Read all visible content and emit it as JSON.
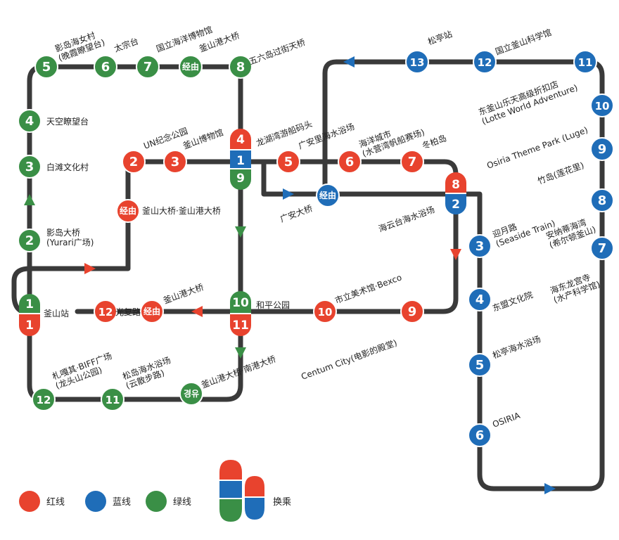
{
  "colors": {
    "red": "#E8432E",
    "blue": "#1F6DB8",
    "green": "#3A8F46",
    "track": "#3a3a3a"
  },
  "green_line": [
    {
      "id": "g1",
      "num": "1",
      "label": "釜山站",
      "label2": ""
    },
    {
      "id": "g2",
      "num": "2",
      "label": "影岛大桥",
      "label2": "(Yurari广场)"
    },
    {
      "id": "g3",
      "num": "3",
      "label": "白滩文化村",
      "label2": ""
    },
    {
      "id": "g4",
      "num": "4",
      "label": "天空瞭望台",
      "label2": ""
    },
    {
      "id": "g5",
      "num": "5",
      "label": "影岛海女村",
      "label2": "(晚霞瞭望台)"
    },
    {
      "id": "g6",
      "num": "6",
      "label": "太宗台",
      "label2": ""
    },
    {
      "id": "g7",
      "num": "7",
      "label": "国立海洋博物馆",
      "label2": ""
    },
    {
      "id": "gvia1",
      "num": "经由",
      "label": "釜山港大桥",
      "label2": ""
    },
    {
      "id": "g8",
      "num": "8",
      "label": "五六岛过街天桥",
      "label2": ""
    },
    {
      "id": "g9",
      "num": "9",
      "label": "",
      "label2": ""
    },
    {
      "id": "g10",
      "num": "10",
      "label": "和平公园",
      "label2": ""
    },
    {
      "id": "gvia2",
      "num": "경유",
      "label": "釜山港大桥·南港大桥",
      "label2": ""
    },
    {
      "id": "g11",
      "num": "11",
      "label": "松岛海水浴场",
      "label2": "(云散步路)"
    },
    {
      "id": "g12",
      "num": "12",
      "label": "札嘎其·BIFF广场",
      "label2": "(龙头山公园)"
    }
  ],
  "red_line": [
    {
      "id": "r1",
      "num": "1",
      "label": "",
      "label2": ""
    },
    {
      "id": "r2",
      "num": "2",
      "label": "UN纪念公园",
      "label2": ""
    },
    {
      "id": "r3",
      "num": "3",
      "label": "釜山博物馆",
      "label2": ""
    },
    {
      "id": "rvia1",
      "num": "经由",
      "label": "釜山大桥·釜山港大桥",
      "label2": ""
    },
    {
      "id": "r4",
      "num": "4",
      "label": "龙湖湾游船码头",
      "label2": ""
    },
    {
      "id": "r5",
      "num": "5",
      "label": "广安里海水浴场",
      "label2": ""
    },
    {
      "id": "r6",
      "num": "6",
      "label": "海洋城市",
      "label2": "(水营湾帆船赛场)"
    },
    {
      "id": "r7",
      "num": "7",
      "label": "冬柏岛",
      "label2": ""
    },
    {
      "id": "r8",
      "num": "8",
      "label": "海云台海水浴场",
      "label2": ""
    },
    {
      "id": "r9",
      "num": "9",
      "label": "Centum City(电影的殿堂)",
      "label2": ""
    },
    {
      "id": "r10",
      "num": "10",
      "label": "市立美术馆·Bexco",
      "label2": ""
    },
    {
      "id": "r11",
      "num": "11",
      "label": "",
      "label2": ""
    },
    {
      "id": "rvia2",
      "num": "经由",
      "label": "釜山港大桥",
      "label2": ""
    },
    {
      "id": "r12",
      "num": "12",
      "label": "光复路",
      "label2": ""
    }
  ],
  "blue_line": [
    {
      "id": "b1",
      "num": "1",
      "label": "",
      "label2": ""
    },
    {
      "id": "bvia",
      "num": "经由",
      "label": "广安大桥",
      "label2": ""
    },
    {
      "id": "b2",
      "num": "2",
      "label": "",
      "label2": ""
    },
    {
      "id": "b3",
      "num": "3",
      "label": "迎月路",
      "label2": "(Seaside Train)"
    },
    {
      "id": "b4",
      "num": "4",
      "label": "东盟文化院",
      "label2": ""
    },
    {
      "id": "b5",
      "num": "5",
      "label": "松亭海水浴场",
      "label2": ""
    },
    {
      "id": "b6",
      "num": "6",
      "label": "OSIRIA",
      "label2": ""
    },
    {
      "id": "b7",
      "num": "7",
      "label": "海东龙宫寺",
      "label2": "(水产科学馆)"
    },
    {
      "id": "b8",
      "num": "8",
      "label": "安纳蒂海湾",
      "label2": "(希尔顿釜山)"
    },
    {
      "id": "b9",
      "num": "9",
      "label": "竹岛(莲花里)",
      "label2": ""
    },
    {
      "id": "b10",
      "num": "10",
      "label": "Osiria Theme Park (Luge)",
      "label2": ""
    },
    {
      "id": "b11",
      "num": "11",
      "label": "东釜山乐天高级折扣店",
      "label2": "(Lotte World Adventure)"
    },
    {
      "id": "b12",
      "num": "12",
      "label": "国立釜山科学馆",
      "label2": ""
    },
    {
      "id": "b13",
      "num": "13",
      "label": "松亭站",
      "label2": ""
    }
  ],
  "legend": {
    "red": "红线",
    "blue": "蓝线",
    "green": "绿线",
    "transfer": "换乘"
  }
}
